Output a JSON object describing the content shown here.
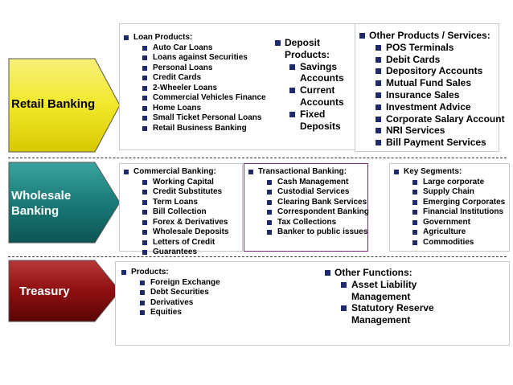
{
  "retail": {
    "label": "Retail Banking",
    "loan": {
      "title": "Loan Products:",
      "items": [
        "Auto Car Loans",
        "Loans against Securities",
        "Personal Loans",
        "Credit Cards",
        "2-Wheeler Loans",
        "Commercial Vehicles Finance",
        "Home Loans",
        "Small Ticket Personal Loans",
        "Retail Business Banking"
      ]
    },
    "deposit": {
      "title": "Deposit Products:",
      "items": [
        "Savings Accounts",
        "Current Accounts",
        "Fixed Deposits"
      ]
    },
    "other": {
      "title": "Other Products / Services:",
      "items": [
        "POS Terminals",
        "Debit Cards",
        "Depository Accounts",
        "Mutual Fund Sales",
        "Insurance Sales",
        "Investment Advice",
        "Corporate Salary Account",
        "NRI Services",
        "Bill Payment Services"
      ]
    }
  },
  "wholesale": {
    "label": "Wholesale Banking",
    "commercial": {
      "title": "Commercial Banking:",
      "items": [
        "Working Capital",
        "Credit Substitutes",
        "Term Loans",
        "Bill Collection",
        "Forex & Derivatives",
        "Wholesale Deposits",
        "Letters of Credit",
        "Guarantees"
      ]
    },
    "transactional": {
      "title": "Transactional Banking:",
      "items": [
        "Cash Management",
        "Custodial Services",
        "Clearing Bank Services",
        "Correspondent Banking",
        "Tax Collections",
        "Banker to public issues"
      ]
    },
    "segments": {
      "title": "Key Segments:",
      "items": [
        "Large corporate",
        "Supply Chain",
        "Emerging Corporates",
        "Financial Institutions",
        "Government",
        "Agriculture",
        "Commodities"
      ]
    }
  },
  "treasury": {
    "label": "Treasury",
    "products": {
      "title": "Products:",
      "items": [
        "Foreign Exchange",
        "Debt Securities",
        "Derivatives",
        "Equities"
      ]
    },
    "other": {
      "title": "Other Functions:",
      "items": [
        "Asset Liability Management",
        "Statutory Reserve Management"
      ]
    }
  },
  "colors": {
    "retail": "#f2e82a",
    "wholesale": "#1a7a78",
    "treasury": "#8e0f10",
    "bullet": "#1f2a6b"
  }
}
